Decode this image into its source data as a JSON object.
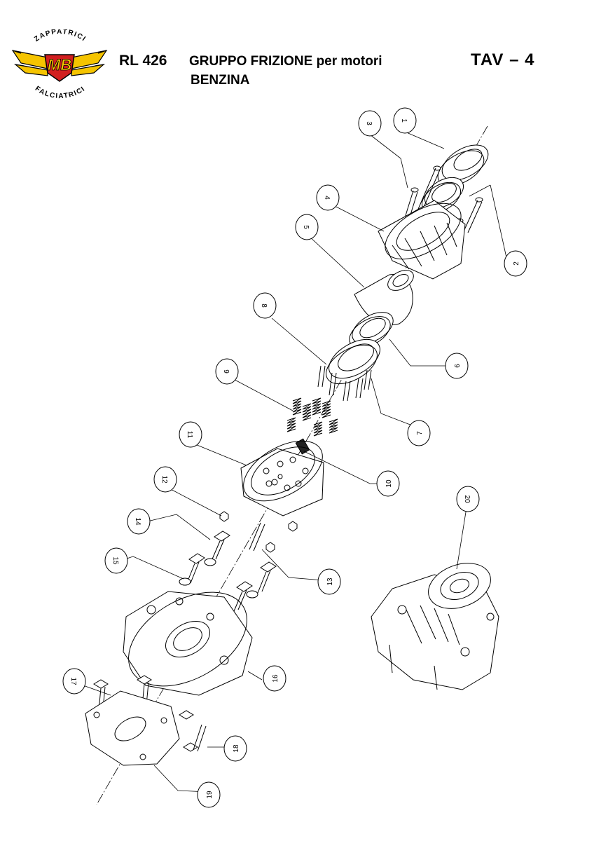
{
  "header": {
    "logo_text_top": "ZAPPATRICI",
    "logo_text_bottom": "FALCIATRICI",
    "logo_mark": "MB",
    "code": "RL 426",
    "title": "GRUPPO FRIZIONE per motori",
    "subtitle": "BENZINA",
    "table": "TAV – 4"
  },
  "callouts": [
    {
      "id": "c1",
      "label": "1"
    },
    {
      "id": "c2",
      "label": "2"
    },
    {
      "id": "c3",
      "label": "3"
    },
    {
      "id": "c4",
      "label": "4"
    },
    {
      "id": "c5",
      "label": "5"
    },
    {
      "id": "c6",
      "label": "6"
    },
    {
      "id": "c7",
      "label": "7"
    },
    {
      "id": "c8",
      "label": "8"
    },
    {
      "id": "c9",
      "label": "9"
    },
    {
      "id": "c10",
      "label": "10"
    },
    {
      "id": "c11",
      "label": "11"
    },
    {
      "id": "c12",
      "label": "12"
    },
    {
      "id": "c13",
      "label": "13"
    },
    {
      "id": "c14",
      "label": "14"
    },
    {
      "id": "c15",
      "label": "15"
    },
    {
      "id": "c16",
      "label": "16"
    },
    {
      "id": "c17",
      "label": "17"
    },
    {
      "id": "c18",
      "label": "18"
    },
    {
      "id": "c19",
      "label": "19"
    },
    {
      "id": "c20",
      "label": "20"
    }
  ],
  "colors": {
    "logo_yellow": "#f5c400",
    "logo_red": "#d21f1f",
    "line": "#000000"
  }
}
